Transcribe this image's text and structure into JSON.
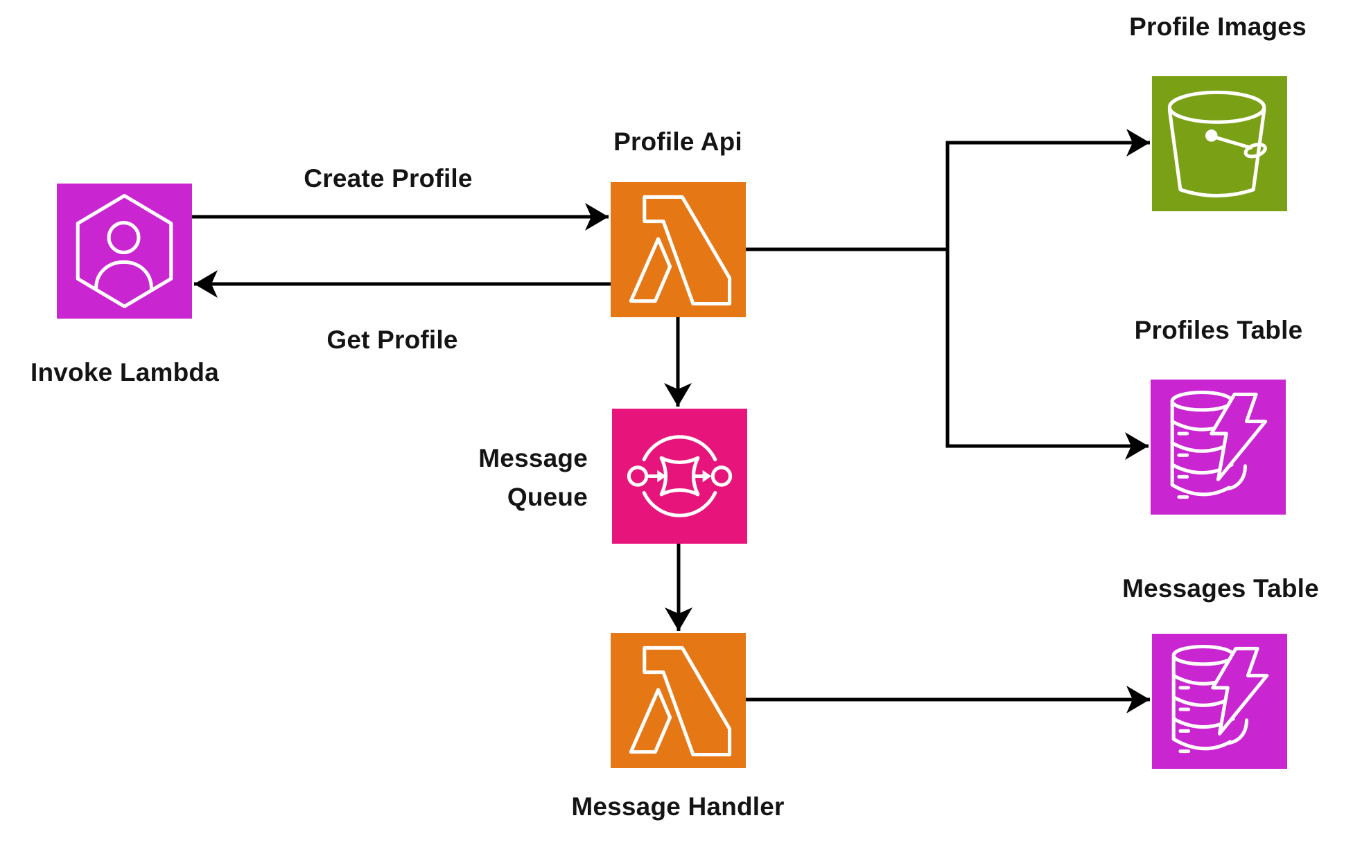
{
  "diagram": {
    "nodes": [
      {
        "label": "Invoke Lambda",
        "icon": "user-hexagon-icon",
        "color": "#C925D1"
      },
      {
        "label": "Profile Api",
        "icon": "lambda-icon",
        "color": "#E57714"
      },
      {
        "label": "Profile Images",
        "icon": "s3-bucket-icon",
        "color": "#7AA116"
      },
      {
        "label": "Profiles Table",
        "icon": "dynamodb-icon",
        "color": "#C925D1"
      },
      {
        "label": "Message Queue",
        "icon": "sqs-queue-icon",
        "color": "#E7157B"
      },
      {
        "label": "Message Handler",
        "icon": "lambda-icon",
        "color": "#E57714"
      },
      {
        "label": "Messages Table",
        "icon": "dynamodb-icon",
        "color": "#C925D1"
      }
    ],
    "edges": [
      {
        "label": "Create Profile",
        "from": "Invoke Lambda",
        "to": "Profile Api"
      },
      {
        "label": "Get Profile",
        "from": "Profile Api",
        "to": "Invoke Lambda"
      },
      {
        "from": "Profile Api",
        "to": "Profile Images"
      },
      {
        "from": "Profile Api",
        "to": "Profiles Table"
      },
      {
        "from": "Profile Api",
        "to": "Message Queue"
      },
      {
        "from": "Message Queue",
        "to": "Message Handler"
      },
      {
        "from": "Message Handler",
        "to": "Messages Table"
      }
    ],
    "edge_color": "#000000",
    "text_color": "#141414",
    "background": "#FFFFFF"
  }
}
